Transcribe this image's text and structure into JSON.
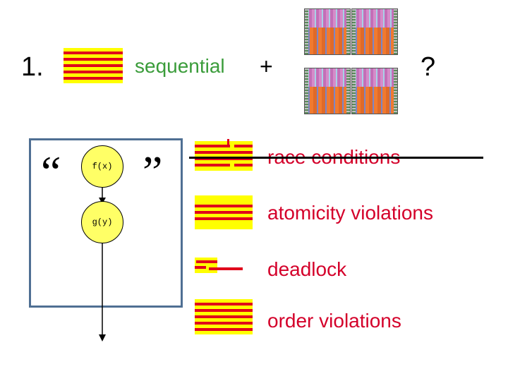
{
  "header": {
    "number": "1.",
    "sequential": "sequential",
    "plus": "+",
    "question": "?"
  },
  "quotes": {
    "open": "“",
    "close": "”"
  },
  "nodes": {
    "f": "f(x)",
    "g": "g(y)"
  },
  "list": {
    "race": "race conditions",
    "atomicity": "atomicity violations",
    "deadlock": "deadlock",
    "order": "order violations"
  },
  "colors": {
    "text_red": "#d4002a",
    "text_green": "#3a9c3a",
    "bar_red": "#e0001b",
    "bar_yellow": "#ffff00",
    "box_border": "#4f6f93"
  }
}
